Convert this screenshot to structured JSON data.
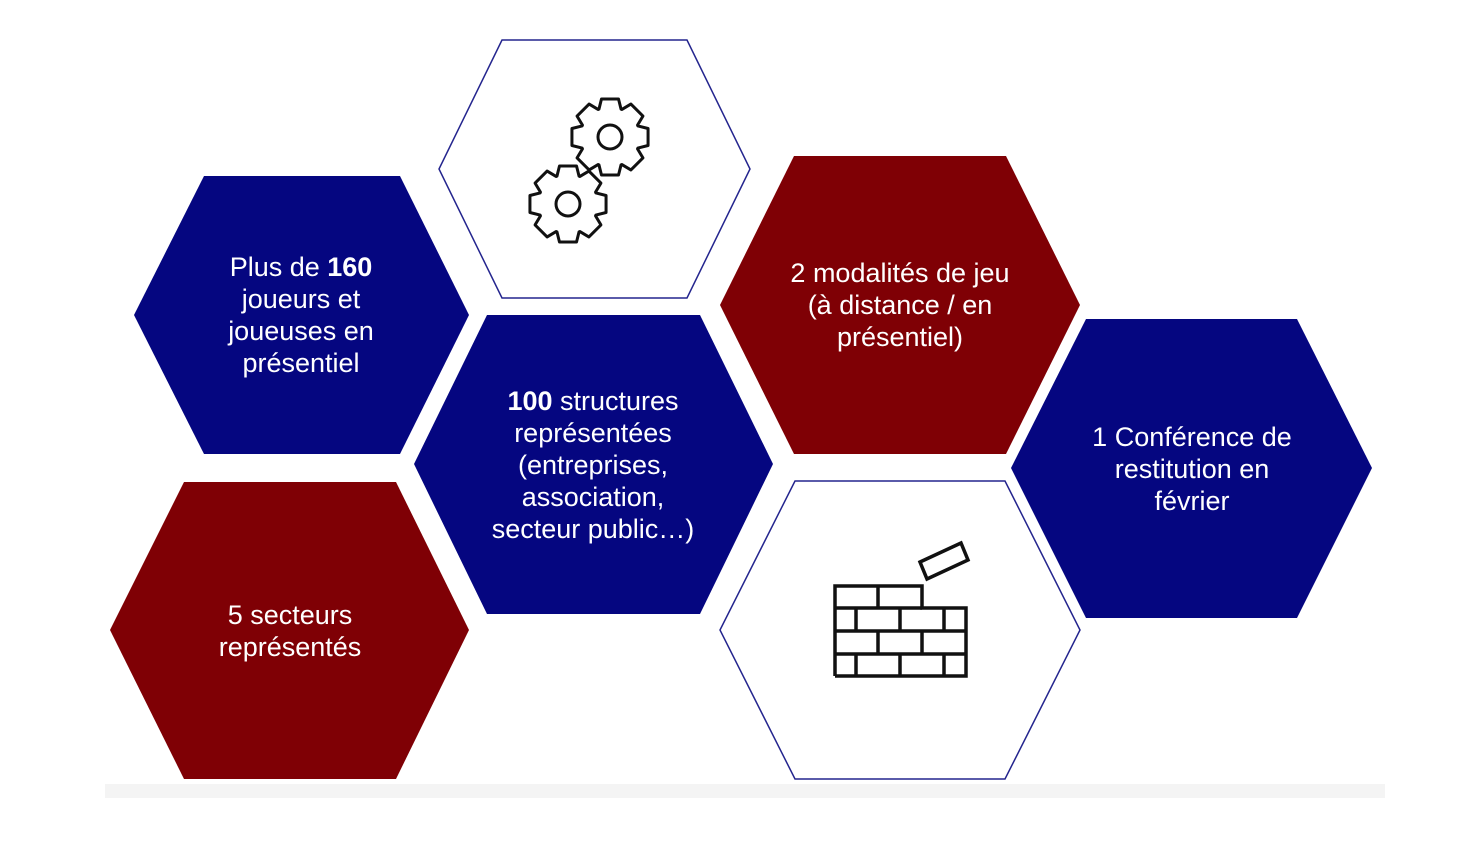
{
  "colors": {
    "navy": "#050680",
    "maroon": "#7f0005",
    "outline": "#24258e",
    "white": "#ffffff",
    "icon_stroke": "#111111"
  },
  "hexagons": [
    {
      "id": "players",
      "color": "navy",
      "lines": [
        {
          "before": "Plus de ",
          "bold": "160",
          "after": ""
        },
        {
          "before": "joueurs et",
          "bold": "",
          "after": ""
        },
        {
          "before": "joueuses en",
          "bold": "",
          "after": ""
        },
        {
          "before": "présentiel",
          "bold": "",
          "after": ""
        }
      ]
    },
    {
      "id": "gears",
      "color": "white",
      "icon": "gears-icon"
    },
    {
      "id": "structures",
      "color": "navy",
      "lines": [
        {
          "before": "",
          "bold": "100",
          "after": " structures"
        },
        {
          "before": "représentées",
          "bold": "",
          "after": ""
        },
        {
          "before": "(entreprises,",
          "bold": "",
          "after": ""
        },
        {
          "before": "association,",
          "bold": "",
          "after": ""
        },
        {
          "before": "secteur public…)",
          "bold": "",
          "after": ""
        }
      ]
    },
    {
      "id": "modalities",
      "color": "maroon",
      "lines": [
        {
          "before": "2 modalités de jeu",
          "bold": "",
          "after": ""
        },
        {
          "before": "(à distance / en",
          "bold": "",
          "after": ""
        },
        {
          "before": "présentiel)",
          "bold": "",
          "after": ""
        }
      ]
    },
    {
      "id": "conference",
      "color": "navy",
      "lines": [
        {
          "before": "1 Conférence de",
          "bold": "",
          "after": ""
        },
        {
          "before": "restitution en",
          "bold": "",
          "after": ""
        },
        {
          "before": "février",
          "bold": "",
          "after": ""
        }
      ]
    },
    {
      "id": "sectors",
      "color": "maroon",
      "lines": [
        {
          "before": "5 secteurs",
          "bold": "",
          "after": ""
        },
        {
          "before": "représentés",
          "bold": "",
          "after": ""
        }
      ]
    },
    {
      "id": "bricks",
      "color": "white",
      "icon": "brick-wall-icon"
    }
  ]
}
